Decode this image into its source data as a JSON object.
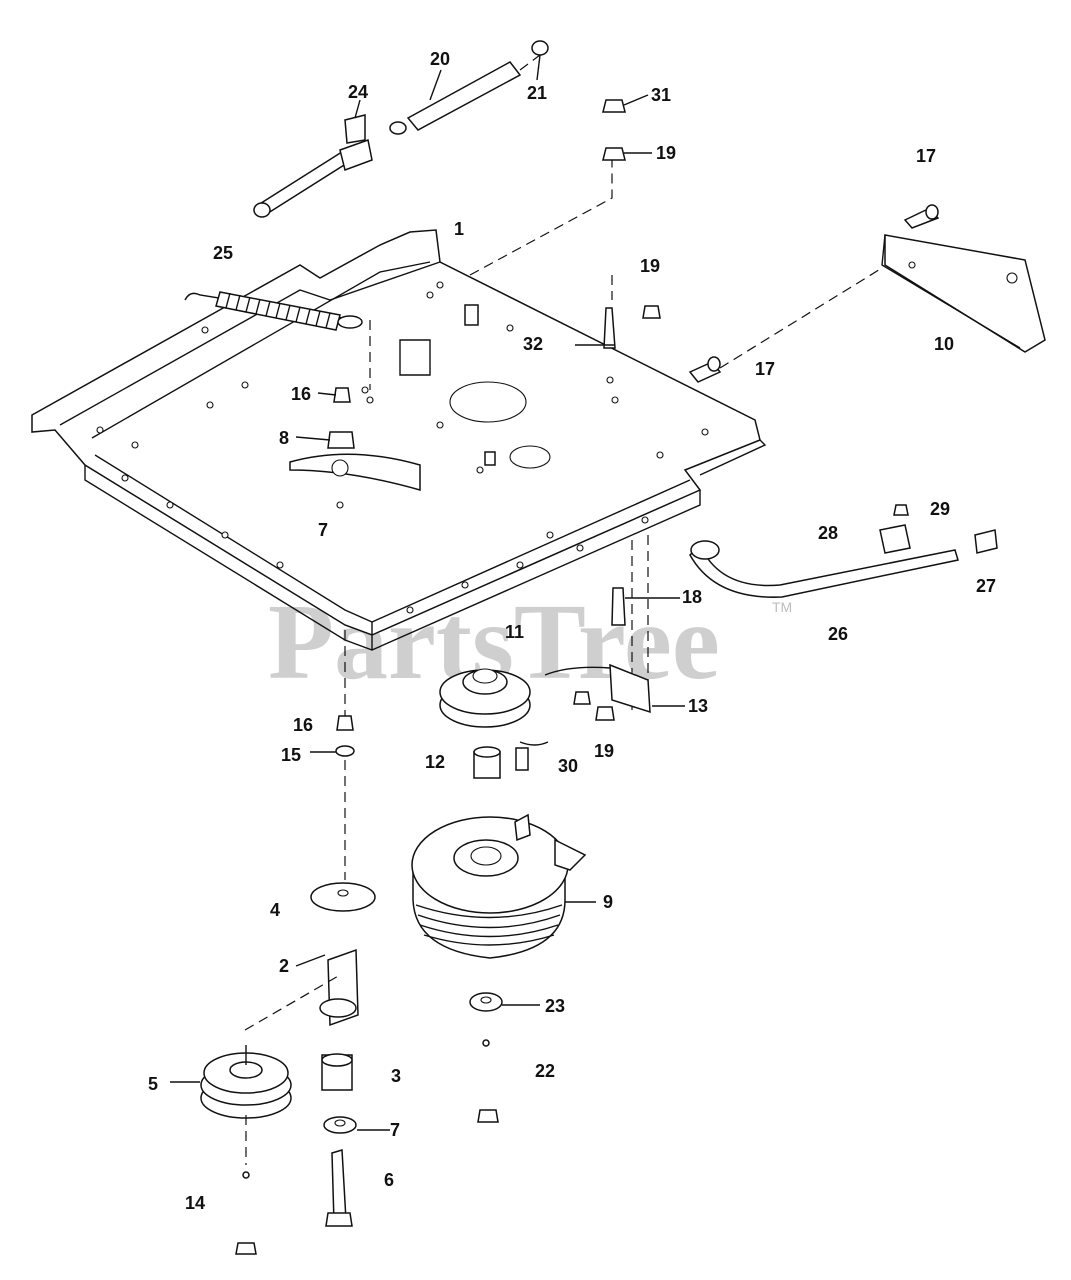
{
  "watermark": {
    "text": "PartsTree",
    "trademark": "TM"
  },
  "callouts": [
    "20",
    "21",
    "24",
    "31",
    "19",
    "17",
    "1",
    "25",
    "19",
    "32",
    "10",
    "17",
    "16",
    "8",
    "7",
    "29",
    "28",
    "27",
    "18",
    "26",
    "11",
    "13",
    "16",
    "15",
    "12",
    "30",
    "19",
    "9",
    "4",
    "2",
    "23",
    "22",
    "5",
    "3",
    "7",
    "14",
    "6"
  ]
}
